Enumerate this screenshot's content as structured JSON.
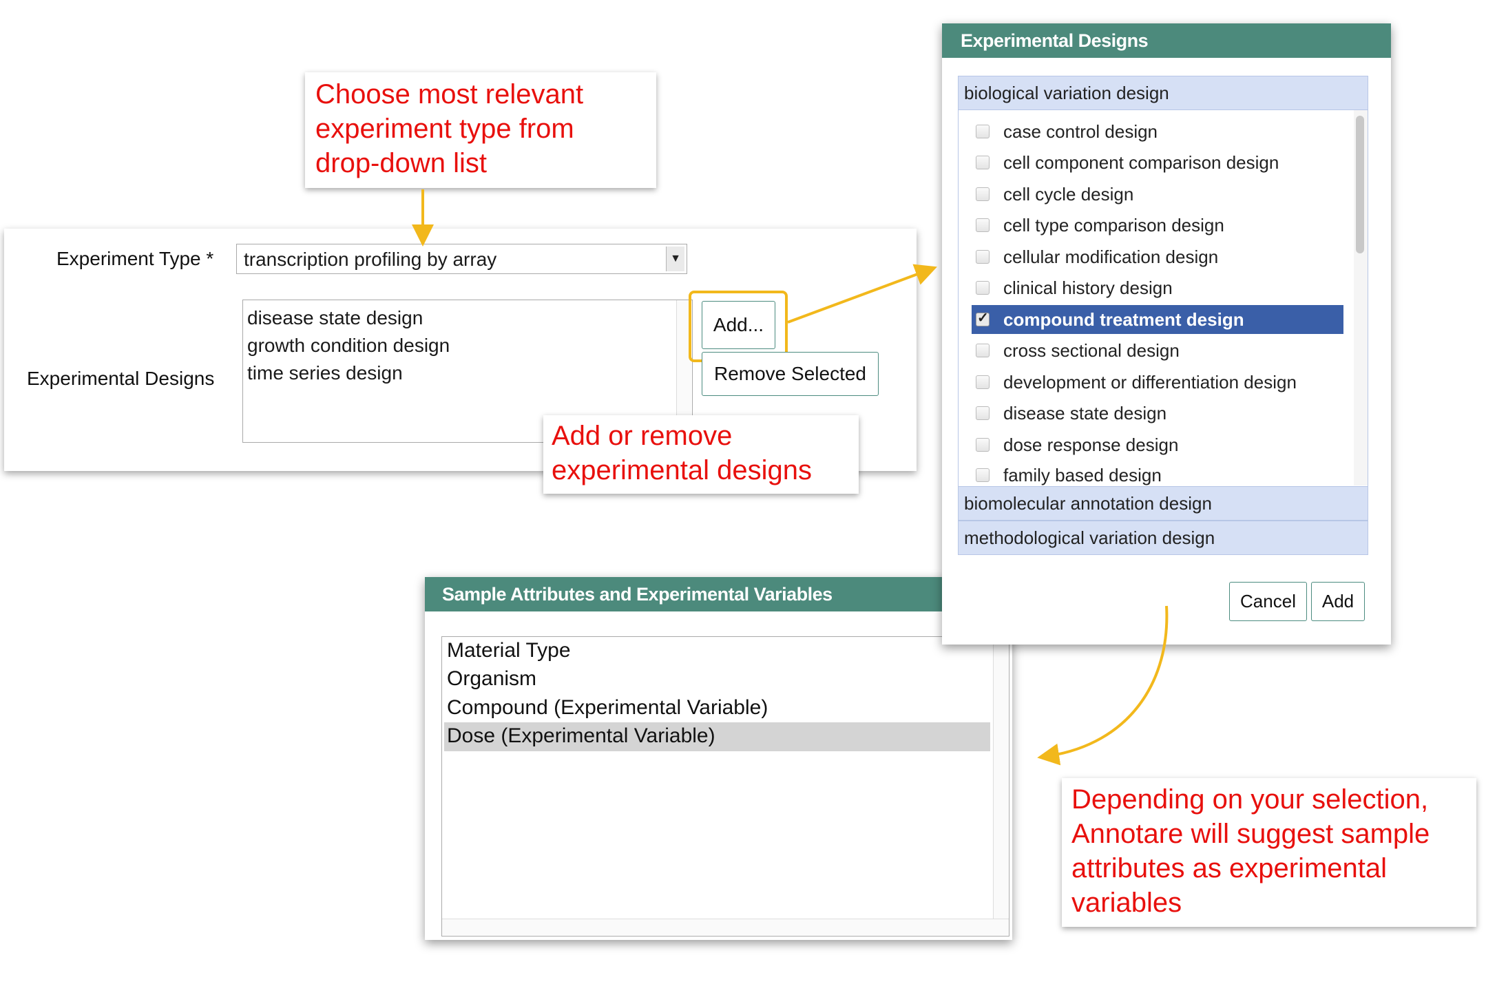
{
  "callouts": {
    "choose_type": [
      "Choose  most relevant",
      "experiment type from",
      "drop-down list"
    ],
    "add_remove": [
      "Add or remove",
      "experimental designs"
    ],
    "suggest": [
      "Depending on your selection,",
      "Annotare will suggest sample",
      "attributes as experimental",
      "variables"
    ]
  },
  "form": {
    "experiment_type_label": "Experiment Type *",
    "experiment_type_value": "transcription profiling by array",
    "designs_label": "Experimental Designs",
    "designs": [
      "disease state design",
      "growth condition design",
      "time series design"
    ],
    "add_button": "Add...",
    "remove_button": "Remove Selected"
  },
  "designs_dialog": {
    "title": "Experimental Designs",
    "groups": [
      {
        "label": "biological variation design",
        "items": [
          {
            "label": "case control design",
            "checked": false
          },
          {
            "label": "cell component comparison design",
            "checked": false
          },
          {
            "label": "cell cycle design",
            "checked": false
          },
          {
            "label": "cell type comparison design",
            "checked": false
          },
          {
            "label": "cellular modification design",
            "checked": false
          },
          {
            "label": "clinical history design",
            "checked": false
          },
          {
            "label": "compound treatment design",
            "checked": true
          },
          {
            "label": "cross sectional design",
            "checked": false
          },
          {
            "label": "development or differentiation design",
            "checked": false
          },
          {
            "label": "disease state design",
            "checked": false
          },
          {
            "label": "dose response design",
            "checked": false
          },
          {
            "label": "family based design",
            "checked": false
          }
        ]
      },
      {
        "label": "biomolecular annotation design"
      },
      {
        "label": "methodological variation design"
      }
    ],
    "cancel_button": "Cancel",
    "add_button": "Add"
  },
  "attributes_dialog": {
    "title": "Sample Attributes and Experimental Variables",
    "items": [
      {
        "label": "Material Type",
        "selected": false
      },
      {
        "label": "Organism",
        "selected": false
      },
      {
        "label": "Compound (Experimental Variable)",
        "selected": false
      },
      {
        "label": "Dose (Experimental Variable)",
        "selected": true
      }
    ]
  },
  "colors": {
    "accent": "#4c8a7c",
    "callout_text": "#e8100d",
    "arrow": "#f2b81c",
    "selection": "#3a5fa8"
  }
}
